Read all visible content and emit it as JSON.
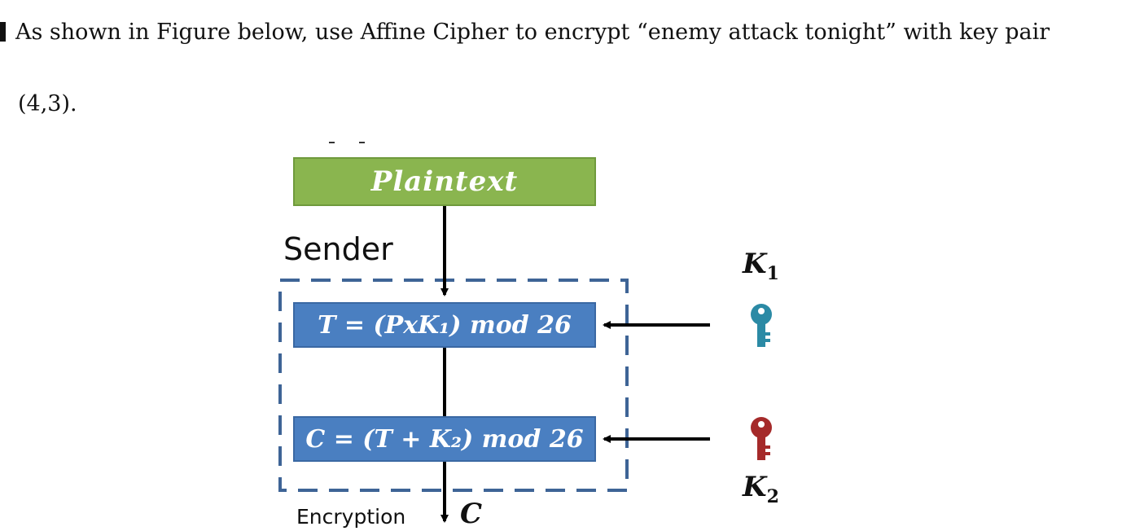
{
  "question": {
    "line1": "As shown in Figure below, use Affine Cipher to encrypt “enemy attack tonight” with key pair",
    "line2": "(4,3)."
  },
  "diagram": {
    "plaintext_label": "Plaintext",
    "sender_label": "Sender",
    "step1_formula": "T = (PxK₁) mod 26",
    "step2_formula": "C = (T + K₂) mod 26",
    "output_label": "Encryption",
    "output_symbol": "C",
    "key1": {
      "letter": "K",
      "sub": "1"
    },
    "key2": {
      "letter": "K",
      "sub": "2"
    }
  },
  "colors": {
    "plaintext_box": "#8ab54f",
    "formula_box": "#4a7fc1",
    "dashed_border": "#3e6496",
    "key1": "#2b8aa5",
    "key2": "#a52a2a"
  }
}
